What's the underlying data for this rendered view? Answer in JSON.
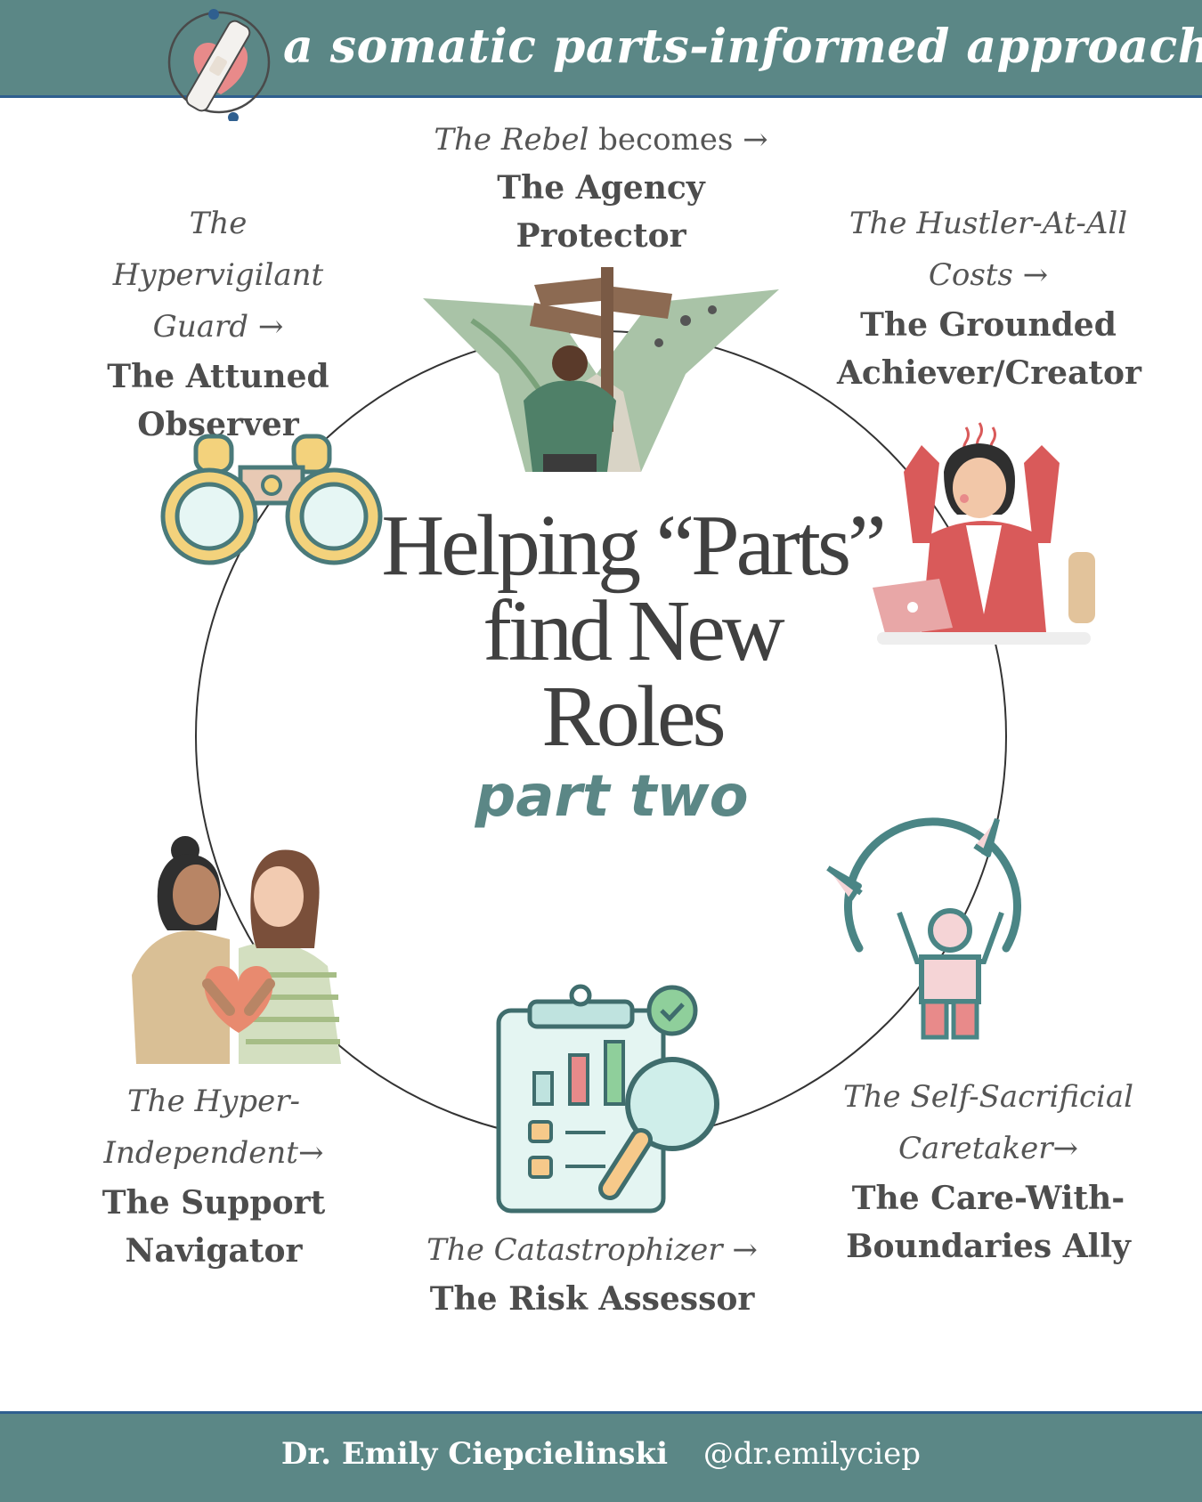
{
  "header": {
    "tagline": "a somatic parts-informed approach",
    "logo_icon": "heart-bandage-icon"
  },
  "center": {
    "title_line1": "Helping “Parts”",
    "title_line2": "find New",
    "title_line3": "Roles",
    "subtitle": "part two"
  },
  "roles": {
    "rebel": {
      "old": "The Rebel",
      "old_suffix": "becomes →",
      "new_line1": "The Agency",
      "new_line2": "Protector",
      "icon": "crossroads-signpost-illustration"
    },
    "hypervigilant": {
      "old_line1": "The Hypervigilant",
      "old_line2": "Guard →",
      "new_line1": "The Attuned",
      "new_line2": "Observer",
      "icon": "binoculars-icon"
    },
    "hustler": {
      "old_line1": "The Hustler-At-All",
      "old_line2": "Costs →",
      "new_line1": "The Grounded",
      "new_line2": "Achiever/Creator",
      "icon": "relaxed-worker-laptop-illustration"
    },
    "hyperindependent": {
      "old_line1": "The Hyper-",
      "old_line2": "Independent→",
      "new_line1": "The Support",
      "new_line2": "Navigator",
      "icon": "two-people-heart-illustration"
    },
    "catastrophizer": {
      "old": "The Catastrophizer →",
      "new_line1": "The Risk Assessor",
      "icon": "clipboard-magnifier-icon"
    },
    "caretaker": {
      "old_line1": "The Self-Sacrificial",
      "old_line2": "Caretaker→",
      "new_line1": "The Care-With-",
      "new_line2": "Boundaries Ally",
      "icon": "boundary-person-icon"
    }
  },
  "footer": {
    "author": "Dr. Emily Ciepcielinski",
    "handle": "@dr.emilyciep"
  },
  "colors": {
    "banner": "#5b8786",
    "banner_border": "#2f5f8f",
    "accent_pink": "#e88a8a",
    "accent_teal": "#5b8786"
  }
}
